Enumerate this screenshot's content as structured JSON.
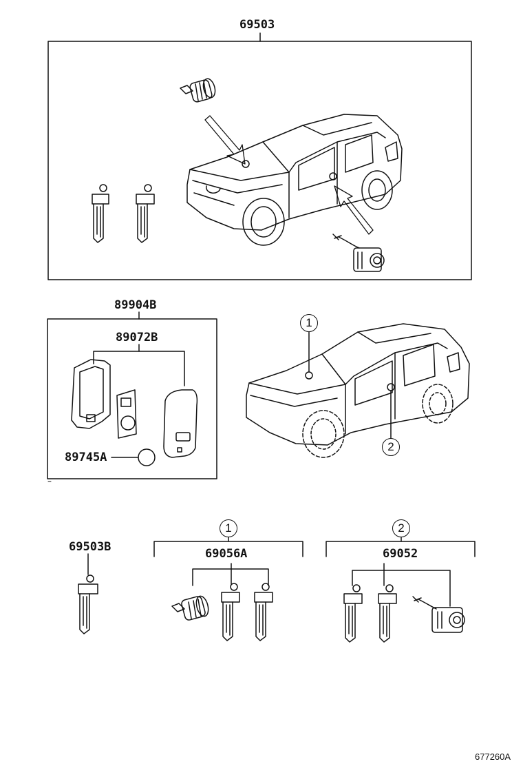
{
  "labels": {
    "kit_top": "69503",
    "set_b": "89904B",
    "transmitter_housing": "89072B",
    "battery": "89745A",
    "key_blank": "69503B",
    "cylinder_set_1": "69056A",
    "cylinder_set_2": "69052"
  },
  "callouts": {
    "one": "1",
    "two": "2"
  },
  "figure_id": "677260A",
  "colors": {
    "line": "#111111",
    "background": "#ffffff"
  }
}
